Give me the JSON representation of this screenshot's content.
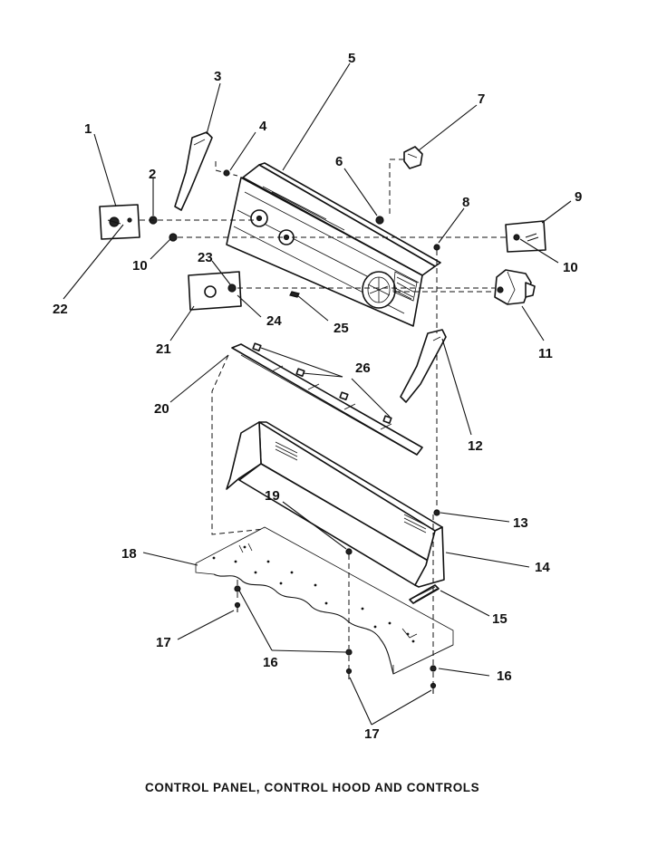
{
  "caption": "CONTROL PANEL, CONTROL HOOD AND CONTROLS",
  "callouts": {
    "c1": "1",
    "c2": "2",
    "c3": "3",
    "c4": "4",
    "c5": "5",
    "c6": "6",
    "c7": "7",
    "c8": "8",
    "c9": "9",
    "c10a": "10",
    "c10b": "10",
    "c11": "11",
    "c12": "12",
    "c13": "13",
    "c14": "14",
    "c15": "15",
    "c16a": "16",
    "c16b": "16",
    "c17a": "17",
    "c17b": "17",
    "c18": "18",
    "c19": "19",
    "c20": "20",
    "c21": "21",
    "c22": "22",
    "c23": "23",
    "c24": "24",
    "c25": "25",
    "c26": "26"
  }
}
